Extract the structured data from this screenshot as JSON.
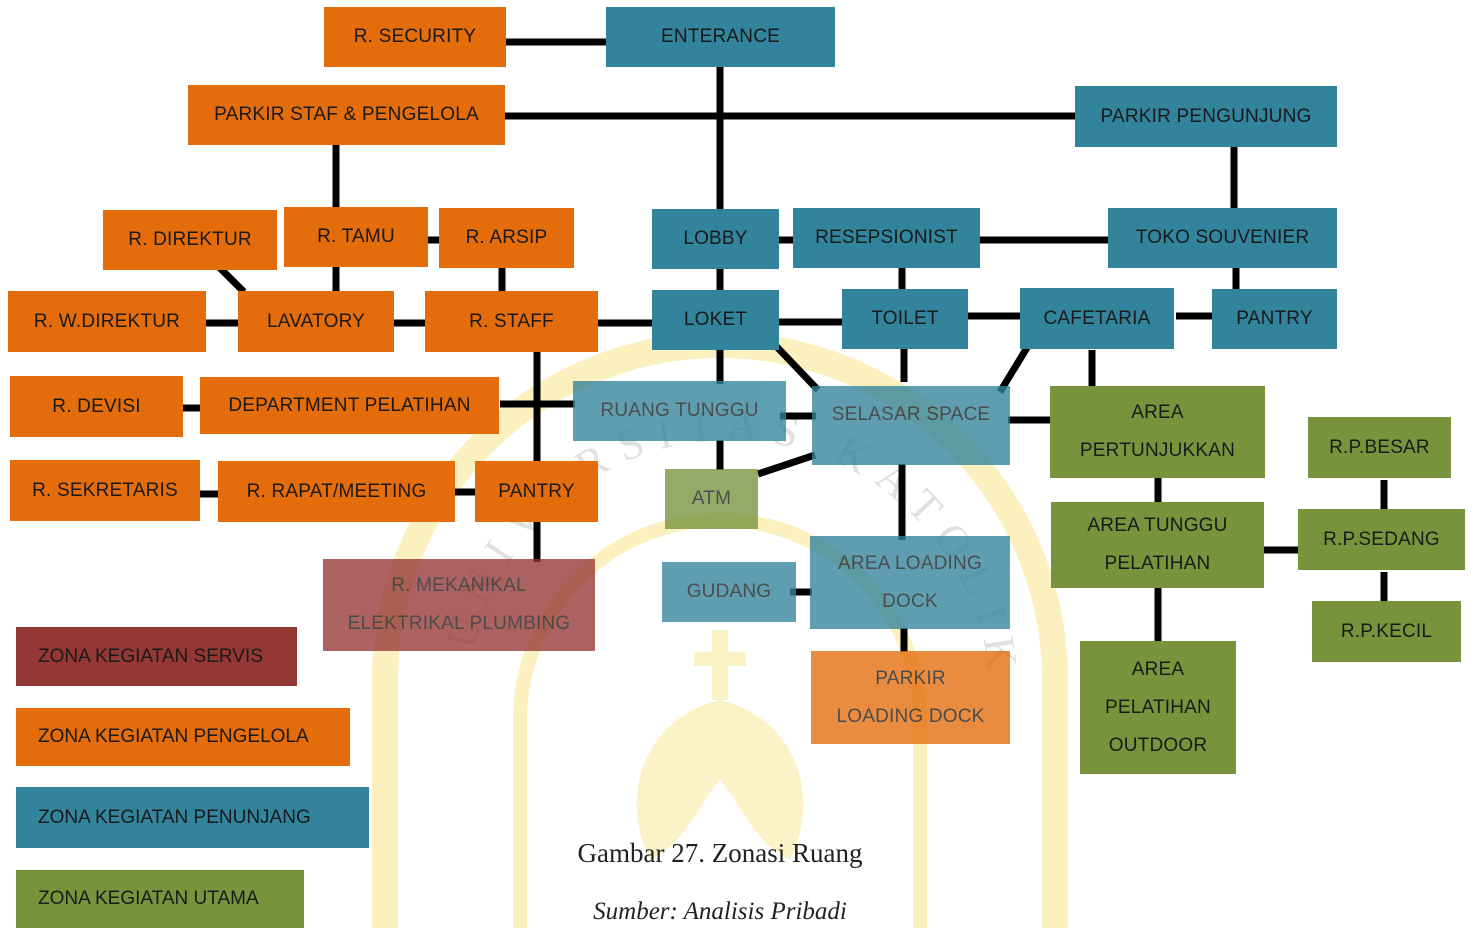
{
  "colors": {
    "servis": "#953735",
    "pengelola": "#E46C0A",
    "penunjang": "#31849B",
    "utama": "#77933C",
    "watermark": "#F5D547"
  },
  "watermark": {
    "text": "UNIVERSITAS KATOLIK SOEGIJAPRANATA"
  },
  "nodes": {
    "security": "R. SECURITY",
    "enterance": "ENTERANCE",
    "parkir_staf": "PARKIR STAF & PENGELOLA",
    "parkir_pengunjung": "PARKIR PENGUNJUNG",
    "direktur": "R. DIREKTUR",
    "tamu": "R. TAMU",
    "arsip": "R. ARSIP",
    "lobby": "LOBBY",
    "resepsionist": "RESEPSIONIST",
    "toko_souvenier": "TOKO SOUVENIER",
    "w_direktur": "R. W.DIREKTUR",
    "lavatory": "LAVATORY",
    "staff": "R. STAFF",
    "loket": "LOKET",
    "toilet": "TOILET",
    "cafetaria": "CAFETARIA",
    "pantry_top": "PANTRY",
    "devisi": "R. DEVISI",
    "department": "DEPARTMENT PELATIHAN",
    "ruang_tunggu": "RUANG TUNGGU",
    "selasar": "SELASAR SPACE",
    "area_pertunjukkan": [
      "AREA",
      "PERTUNJUKKAN"
    ],
    "rp_besar": "R.P.BESAR",
    "sekretaris": "R. SEKRETARIS",
    "rapat": "R. RAPAT/MEETING",
    "pantry_mid": "PANTRY",
    "atm": "ATM",
    "area_tunggu": [
      "AREA TUNGGU",
      "PELATIHAN"
    ],
    "rp_sedang": "R.P.SEDANG",
    "mekanikal": [
      "R. MEKANIKAL",
      "ELEKTRIKAL PLUMBING"
    ],
    "gudang": "GUDANG",
    "loading_dock": [
      "AREA LOADING",
      "DOCK"
    ],
    "rp_kecil": "R.P.KECIL",
    "parkir_loading": [
      "PARKIR",
      "LOADING DOCK"
    ],
    "pelatihan_outdoor": [
      "AREA",
      "PELATIHAN",
      "OUTDOOR"
    ]
  },
  "legend": {
    "servis": "ZONA KEGIATAN SERVIS",
    "pengelola": "ZONA KEGIATAN PENGELOLA",
    "penunjang": "ZONA KEGIATAN PENUNJANG",
    "utama": "ZONA KEGIATAN UTAMA"
  },
  "caption": {
    "title": "Gambar 27. Zonasi Ruang",
    "source": "Sumber: Analisis Pribadi"
  }
}
